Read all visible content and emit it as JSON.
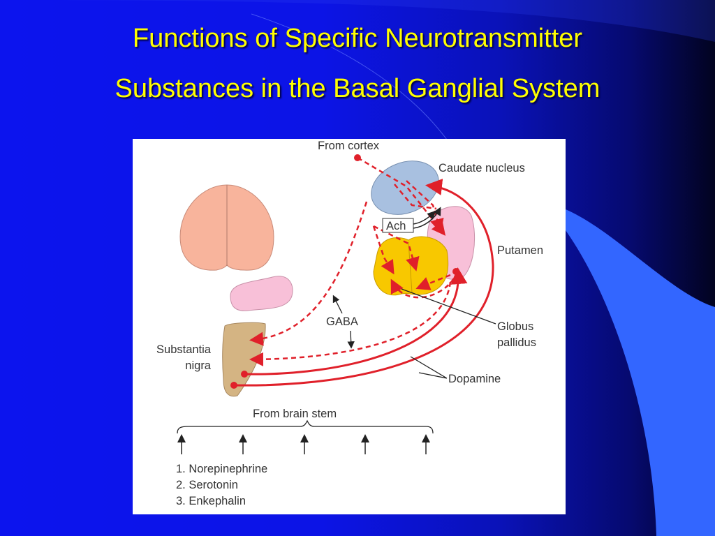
{
  "title": {
    "line1": "Functions of Specific Neurotransmitter",
    "line2": "Substances in the Basal Ganglial System"
  },
  "diagram": {
    "from_cortex": "From cortex",
    "caudate": "Caudate nucleus",
    "ach": "Ach",
    "putamen": "Putamen",
    "globus1": "Globus",
    "globus2": "pallidus",
    "gaba": "GABA",
    "substantia1": "Substantia",
    "substantia2": "nigra",
    "dopamine": "Dopamine",
    "brain_stem": "From brain stem",
    "list": [
      "1. Norepinephrine",
      "2. Serotonin",
      "3. Enkephalin"
    ]
  },
  "colors": {
    "title": "#ffff00",
    "pathway": "#e0202a"
  }
}
